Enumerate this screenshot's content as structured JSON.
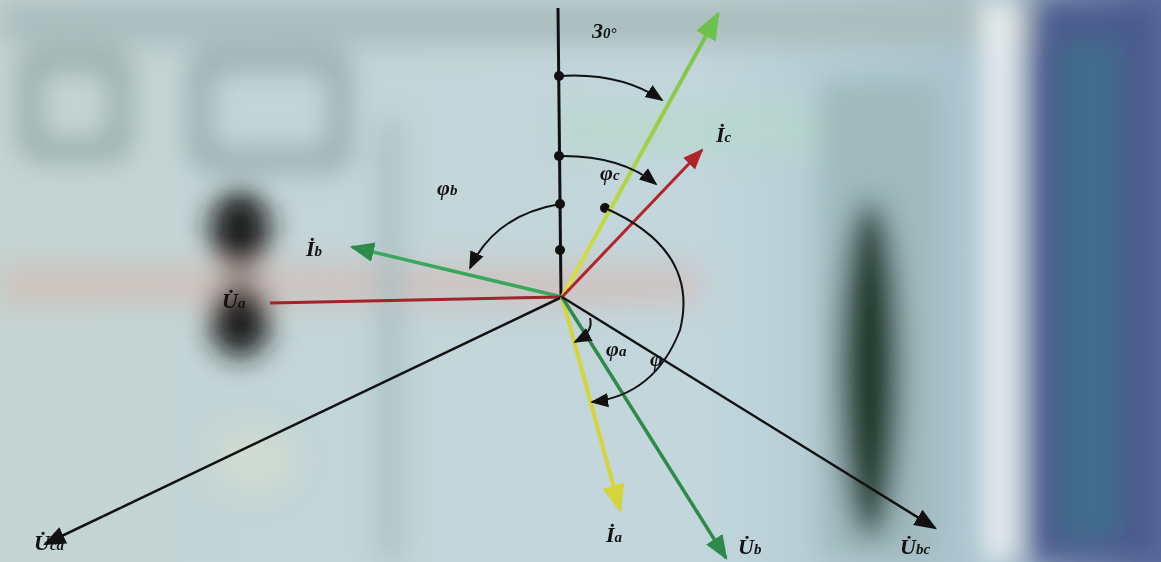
{
  "diagram": {
    "labels": [
      "30°",
      "φc",
      "İc",
      "φb",
      "İb",
      "U̇a",
      "φa",
      "φ",
      "U̇ca",
      "İa",
      "U̇b",
      "U̇bc"
    ]
  }
}
